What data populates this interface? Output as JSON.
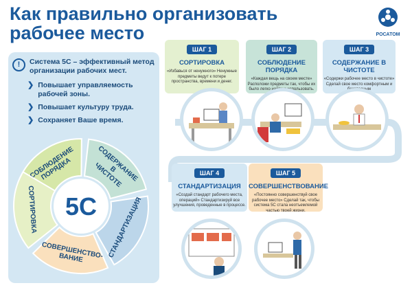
{
  "header": {
    "title": "Как правильно организовать рабочее место",
    "logo_text": "РОСАТОМ"
  },
  "intro": {
    "text": "Система 5С – эффективный метод организации рабочих мест.",
    "bullets": [
      "Повышает управляемость рабочей зоны.",
      "Повышает культуру труда.",
      "Сохраняет Ваше время."
    ]
  },
  "wheel": {
    "center": "5С",
    "segments": [
      "СОБЛЮДЕНИЕ ПОРЯДКА",
      "СОДЕРЖАНИЕ В ЧИСТОТЕ",
      "СТАНДАРТИЗАЦИЯ",
      "СОВЕРШЕНСТВО- ВАНИЕ",
      "СОРТИРОВКА"
    ],
    "colors": [
      "#d6e7a8",
      "#c3e1d5",
      "#bcd6ea",
      "#fae0bd",
      "#e6f0c6"
    ]
  },
  "steps": [
    {
      "label": "ШАГ 1",
      "title": "СОРТИРОВКА",
      "desc": "«Избавься от ненужного» Ненужные предметы ведут к потере пространства, времени и денег."
    },
    {
      "label": "ШАГ 2",
      "title": "СОБЛЮДЕНИЕ ПОРЯДКА",
      "desc": "«Каждая вещь на своем месте» Расположи предметы так, чтобы их было легко найти и использовать."
    },
    {
      "label": "ШАГ 3",
      "title": "СОДЕРЖАНИЕ В ЧИСТОТЕ",
      "desc": "«Содержи рабочее место в чистоте» Сделай свое место комфортным и безопасным"
    },
    {
      "label": "ШАГ 4",
      "title": "СТАНДАРТИЗАЦИЯ",
      "desc": "«Создай стандарт рабочего места, операций» Стандартизируй все улучшения, проведенные в процессе."
    },
    {
      "label": "ШАГ 5",
      "title": "СОВЕРШЕНСТВОВАНИЕ",
      "desc": "«Постоянно совершенствуй свое рабочее место» Сделай так, чтобы система 5С стала неотъемлемой частью твоей жизни."
    }
  ],
  "colors": {
    "brand": "#1b5a9c",
    "panel": "#d4e7f3"
  }
}
